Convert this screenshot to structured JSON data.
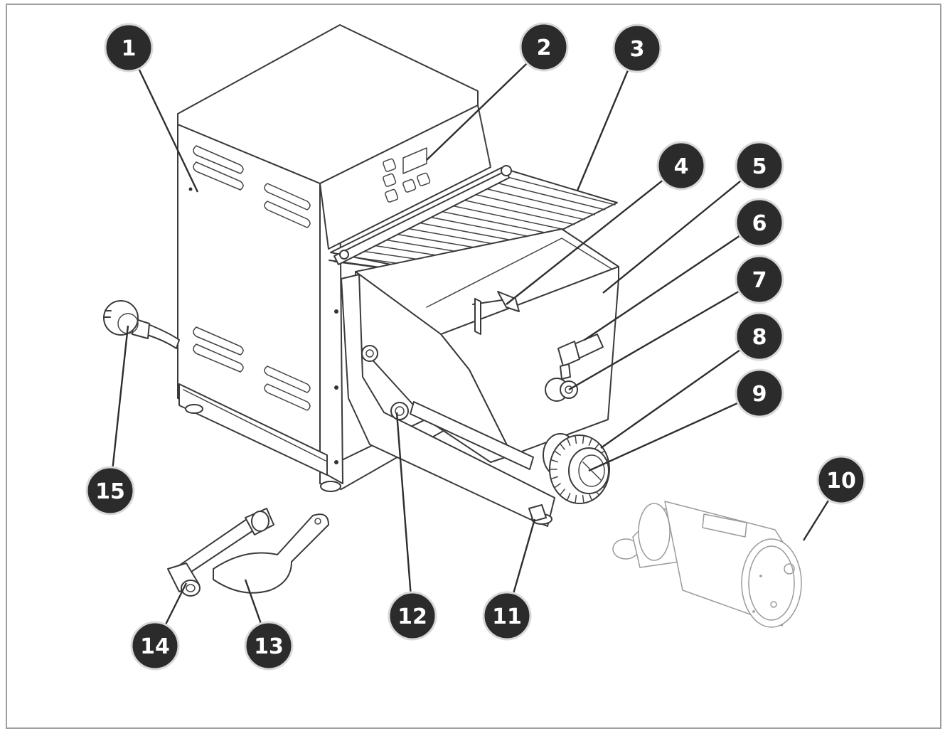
{
  "diagram": {
    "callouts": [
      {
        "id": 1,
        "label": "1"
      },
      {
        "id": 2,
        "label": "2"
      },
      {
        "id": 3,
        "label": "3"
      },
      {
        "id": 4,
        "label": "4"
      },
      {
        "id": 5,
        "label": "5"
      },
      {
        "id": 6,
        "label": "6"
      },
      {
        "id": 7,
        "label": "7"
      },
      {
        "id": 8,
        "label": "8"
      },
      {
        "id": 9,
        "label": "9"
      },
      {
        "id": 10,
        "label": "10"
      },
      {
        "id": 11,
        "label": "11"
      },
      {
        "id": 12,
        "label": "12"
      },
      {
        "id": 13,
        "label": "13"
      },
      {
        "id": 14,
        "label": "14"
      },
      {
        "id": 15,
        "label": "15"
      }
    ],
    "colors": {
      "callout_fill": "#2b2b2b",
      "callout_text": "#ffffff",
      "line": "#3a3a3a",
      "frame": "#9e9e9e"
    }
  }
}
